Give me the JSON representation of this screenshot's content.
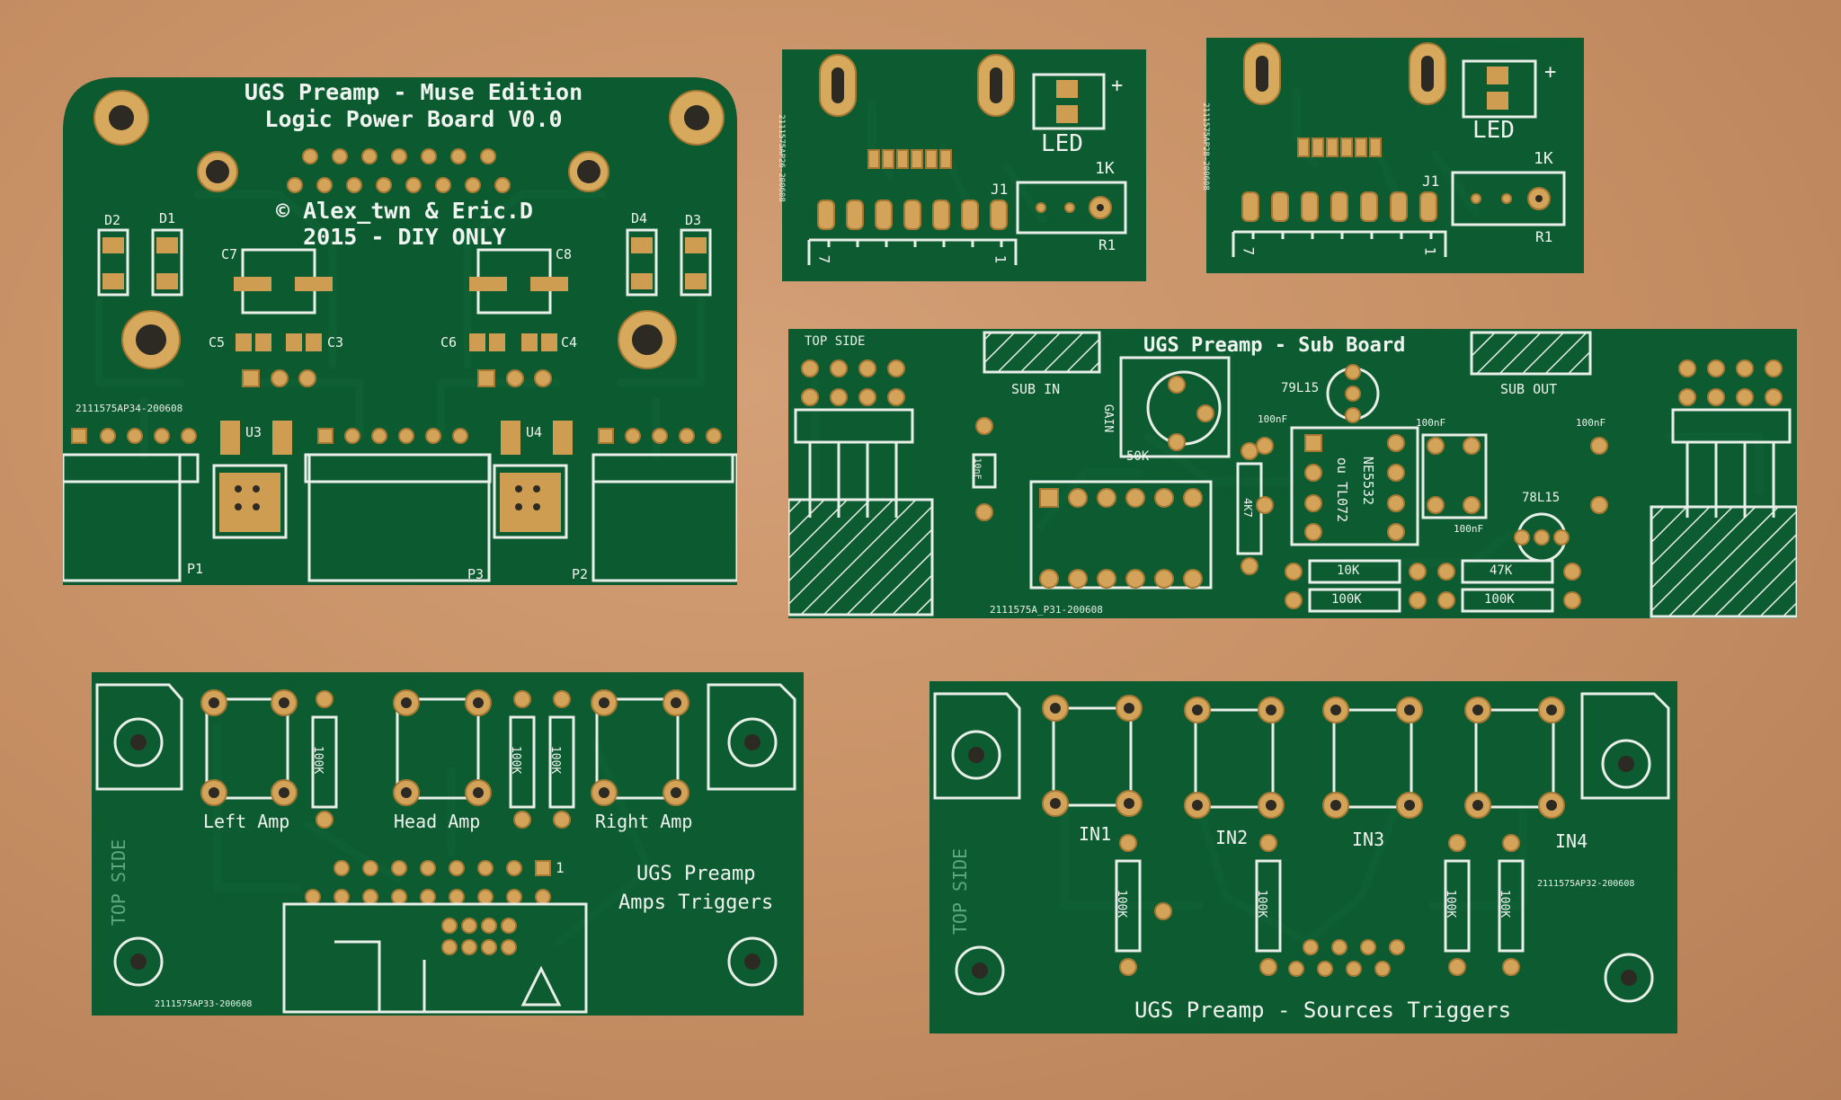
{
  "boards": {
    "logic_power": {
      "title_line1": "UGS Preamp - Muse Edition",
      "title_line2": "Logic Power Board V0.0",
      "copyright": "© Alex_twn & Eric.D",
      "year_line": "2015 - DIY ONLY",
      "part_number": "2111575AP34-200608",
      "labels": {
        "d1": "D1",
        "d2": "D2",
        "d3": "D3",
        "d4": "D4",
        "c3": "C3",
        "c4": "C4",
        "c5": "C5",
        "c6": "C6",
        "c7": "C7",
        "c8": "C8",
        "u3": "U3",
        "u4": "U4",
        "p1": "P1",
        "p2": "P2",
        "p3": "P3"
      }
    },
    "led_board_a": {
      "part_number": "2111575AP26-200608",
      "labels": {
        "led": "LED",
        "plus": "+",
        "r1_value": "1K",
        "j1": "J1",
        "r1": "R1",
        "pin7": "7",
        "pin1": "1"
      }
    },
    "led_board_b": {
      "part_number": "2111575AP28-200608",
      "labels": {
        "led": "LED",
        "plus": "+",
        "r1_value": "1K",
        "j1": "J1",
        "r1": "R1",
        "pin7": "7",
        "pin1": "1"
      }
    },
    "sub_board": {
      "title": "UGS Preamp - Sub Board",
      "top_side": "TOP SIDE",
      "sub_in": "SUB IN",
      "sub_out": "SUB OUT",
      "gain": "GAIN",
      "pot_value": "50K",
      "reg_neg": "79L15",
      "reg_pos": "78L15",
      "cap1": "100nF",
      "cap2": "100nF",
      "cap3": "100nF",
      "cap4": "100nF",
      "cap_small": "10nF",
      "opamp": "NE5532",
      "opamp_alt": "ou TL072",
      "r_4k7": "4K7",
      "r_10k": "10K",
      "r_100k_a": "100K",
      "r_47k": "47K",
      "r_100k_b": "100K",
      "part_number": "2111575A_P31-200608"
    },
    "amps_triggers": {
      "title_line1": "UGS Preamp",
      "title_line2": "Amps Triggers",
      "top_side": "TOP SIDE",
      "left_amp": "Left Amp",
      "head_amp": "Head Amp",
      "right_amp": "Right Amp",
      "r_a": "100K",
      "r_b": "100K",
      "r_c": "100K",
      "pin1": "1",
      "part_number": "2111575AP33-200608"
    },
    "sources_triggers": {
      "title": "UGS Preamp - Sources Triggers",
      "top_side": "TOP SIDE",
      "in1": "IN1",
      "in2": "IN2",
      "in3": "IN3",
      "in4": "IN4",
      "r_a": "100K",
      "r_b": "100K",
      "r_c": "100K",
      "r_d": "100K",
      "part_number": "2111575AP32-200608"
    }
  }
}
